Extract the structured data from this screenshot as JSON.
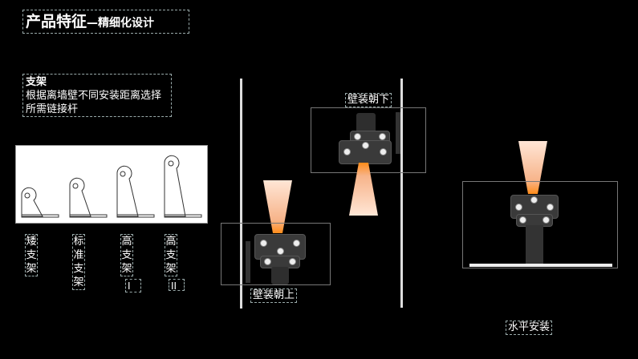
{
  "title": {
    "main": "产品特征",
    "sub": "—精细化设计"
  },
  "description": {
    "heading": "支架",
    "text": "根据离墙壁不同安装距离选择所需链接杆"
  },
  "brackets": [
    {
      "label": "矮支架"
    },
    {
      "label": "标准支架"
    },
    {
      "label": "高支架",
      "suffix": "I"
    },
    {
      "label": "高支架",
      "suffix": "II"
    }
  ],
  "mounts": {
    "wall_up": "壁装朝上",
    "wall_down": "壁装朝下",
    "horizontal": "水平安装"
  },
  "colors": {
    "beam_top": "#ffe6d6",
    "beam_bottom": "#ff8c1a",
    "background": "#000000"
  }
}
